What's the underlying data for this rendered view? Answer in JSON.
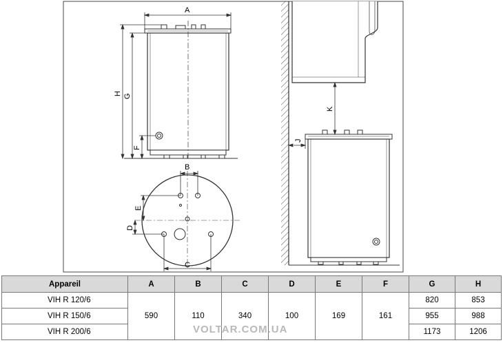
{
  "dimension_labels": {
    "A": "A",
    "B": "B",
    "C": "C",
    "D": "D",
    "E": "E",
    "F": "F",
    "G": "G",
    "H": "H",
    "J": "J",
    "K": "K"
  },
  "table": {
    "headers": [
      "Appareil",
      "A",
      "B",
      "C",
      "D",
      "E",
      "F",
      "G",
      "H"
    ],
    "models": [
      "VIH R 120/6",
      "VIH R 150/6",
      "VIH R 200/6"
    ],
    "shared": {
      "A": "590",
      "B": "110",
      "C": "340",
      "D": "100",
      "E": "169",
      "F": "161"
    },
    "G": [
      "820",
      "955",
      "1173"
    ],
    "H": [
      "853",
      "988",
      "1206"
    ]
  },
  "watermark": "VOLTAR.COM.UA"
}
